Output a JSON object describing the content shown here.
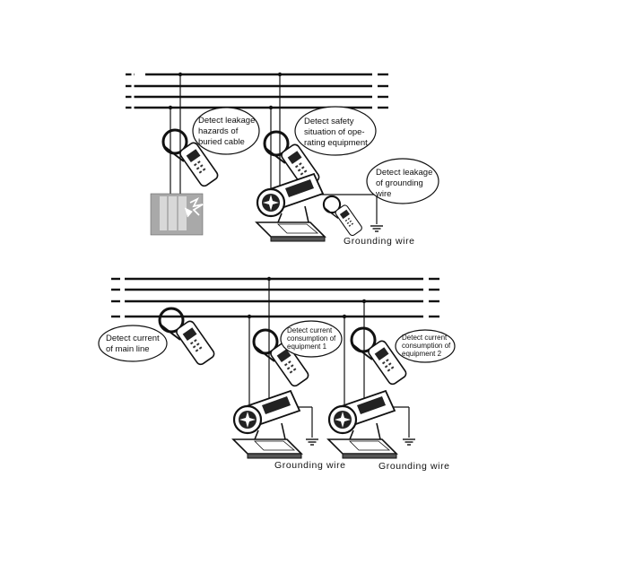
{
  "diagram": {
    "upper": {
      "callouts": {
        "buried_cable": [
          "Detect leakage",
          "hazards of",
          "buried cable"
        ],
        "operating_equipment": [
          "Detect safety",
          "situation of ope-",
          "rating equipment"
        ],
        "grounding_wire": [
          "Detect leakage",
          "of grounding",
          "wire"
        ]
      },
      "ground_label": "Grounding  wire"
    },
    "lower": {
      "callouts": {
        "main_line": [
          "Detect current",
          "of main line"
        ],
        "equipment_1": [
          "Detect current",
          "consumption of",
          "equipment 1"
        ],
        "equipment_2": [
          "Detect current",
          "consumption of",
          "equipment 2"
        ]
      },
      "ground_label_1": "Grounding  wire",
      "ground_label_2": "Grounding  wire"
    }
  }
}
